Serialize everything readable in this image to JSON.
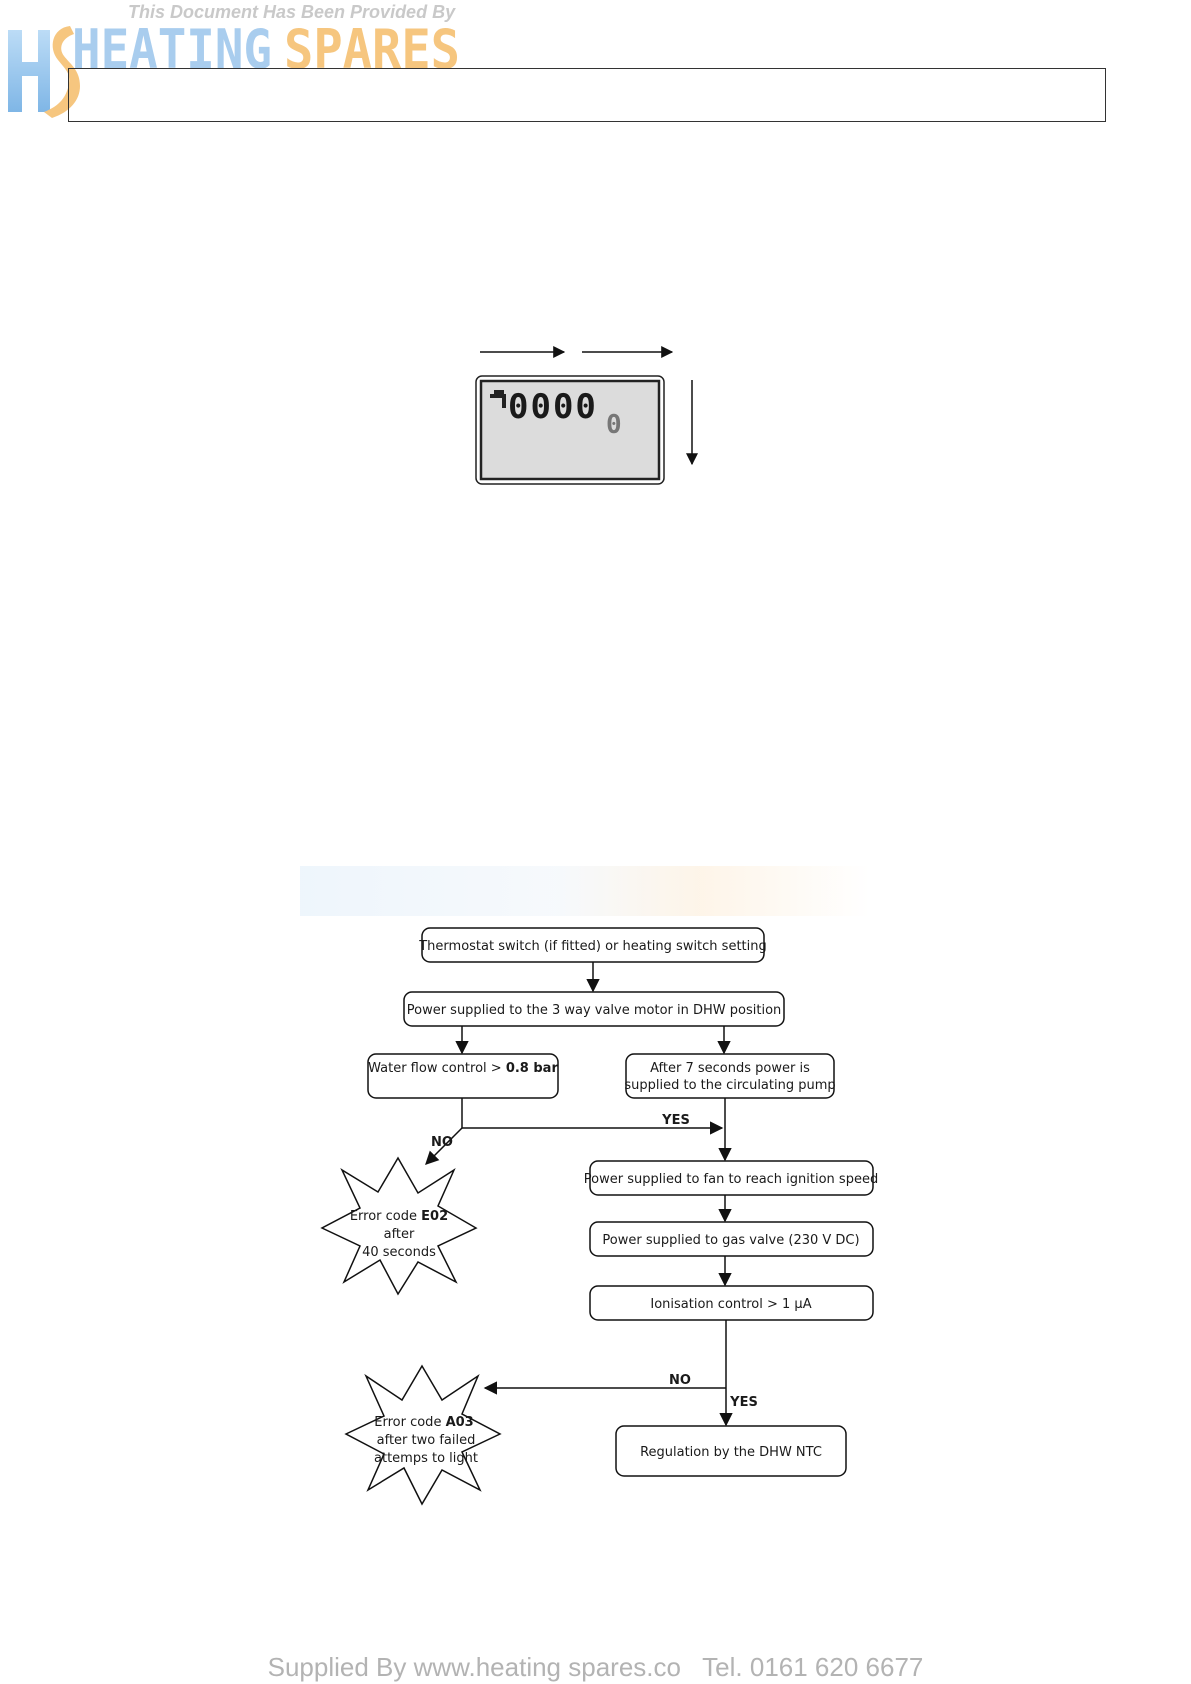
{
  "watermark": {
    "provided_text": "This Document Has Been Provided By",
    "logo_text": "HEATING SPARES",
    "logo_mark": "HS",
    "colors": {
      "blue": "#8ec1ea",
      "orange": "#f6c67f",
      "grey": "#c9c9c9"
    }
  },
  "lcd": {
    "digits": "0000",
    "small_digit": "0"
  },
  "flowchart": {
    "thermostat": "Thermostat switch (if fitted) or heating switch setting",
    "power_valve": "Power supplied to the 3 way valve motor in DHW position",
    "water_flow_prefix": "Water flow control > ",
    "water_flow_value": "0.8 bar",
    "pump_line1": "After 7 seconds power is",
    "pump_line2": "supplied to the circulating pump",
    "yes_1": "YES",
    "no_1": "NO",
    "error1_prefix": "Error code ",
    "error1_code": "E02",
    "error1_line2": "after",
    "error1_line3": "40 seconds",
    "fan": "Power supplied to fan to reach ignition speed",
    "gas_valve": "Power supplied to gas valve (230 V DC)",
    "ionisation": "Ionisation control > 1 µA",
    "no_2": "NO",
    "yes_2": "YES",
    "error2_prefix": "Error code ",
    "error2_code": "A03",
    "error2_line2": "after two failed",
    "error2_line3": "attemps to light",
    "regulation": "Regulation by the DHW NTC"
  },
  "footer": {
    "supplied_by": "Supplied By www.heating spares.co",
    "tel": "Tel. 0161 620 6677"
  }
}
